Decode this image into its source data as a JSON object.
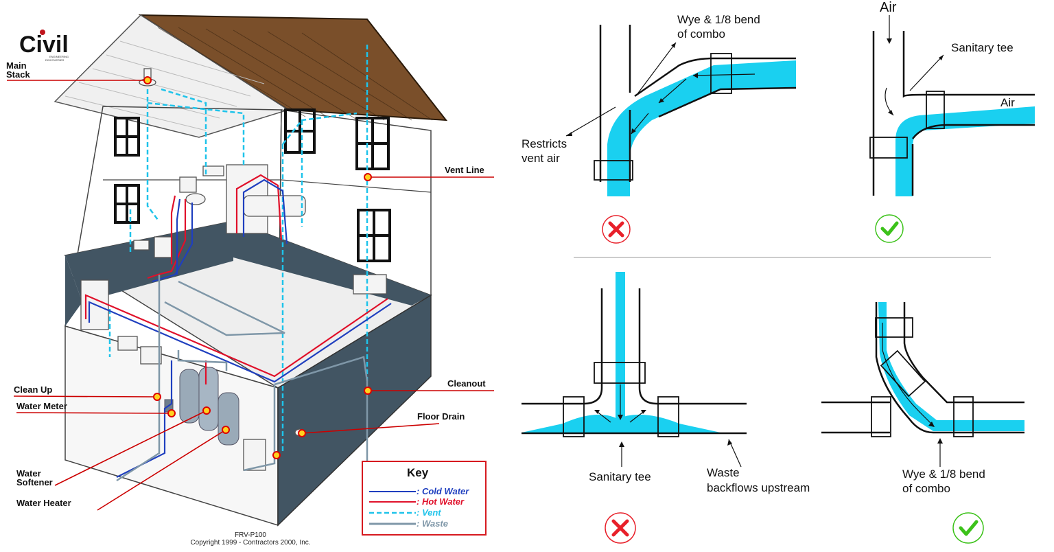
{
  "logo": {
    "text": "Civil",
    "sub1": "ENGINEERING",
    "sub2": "DISCOVERIES"
  },
  "house_labels": {
    "main_stack": "Main\nStack",
    "vent_line": "Vent Line",
    "cleanout": "Cleanout",
    "floor_drain": "Floor Drain",
    "clean_up": "Clean Up",
    "water_meter": "Water Meter",
    "water_softener": "Water\nSoftener",
    "water_heater": "Water Heater"
  },
  "key": {
    "title": "Key",
    "items": [
      {
        "label": ": Cold Water",
        "color": "#1f3fbf"
      },
      {
        "label": ": Hot Water",
        "color": "#e0102a"
      },
      {
        "label": ": Vent",
        "color": "#1ec3ea"
      },
      {
        "label": ": Waste",
        "color": "#7f97a8"
      }
    ]
  },
  "credit": {
    "code": "FRV-P100",
    "copyright": "Copyright 1999 - Contractors 2000, Inc."
  },
  "fittings": {
    "top_left": {
      "label": "Wye & 1/8 bend\nof combo",
      "note": "Restricts\nvent air"
    },
    "top_right": {
      "label": "Sanitary tee",
      "air_top": "Air",
      "air_side": "Air"
    },
    "bottom_left": {
      "label": "Sanitary tee",
      "note": "Waste\nbackflows upstream"
    },
    "bottom_right": {
      "label": "Wye & 1/8 bend\nof combo"
    }
  },
  "colors": {
    "water": "#1ad0f0",
    "bad": "#e8202a",
    "good": "#3cc21a"
  }
}
